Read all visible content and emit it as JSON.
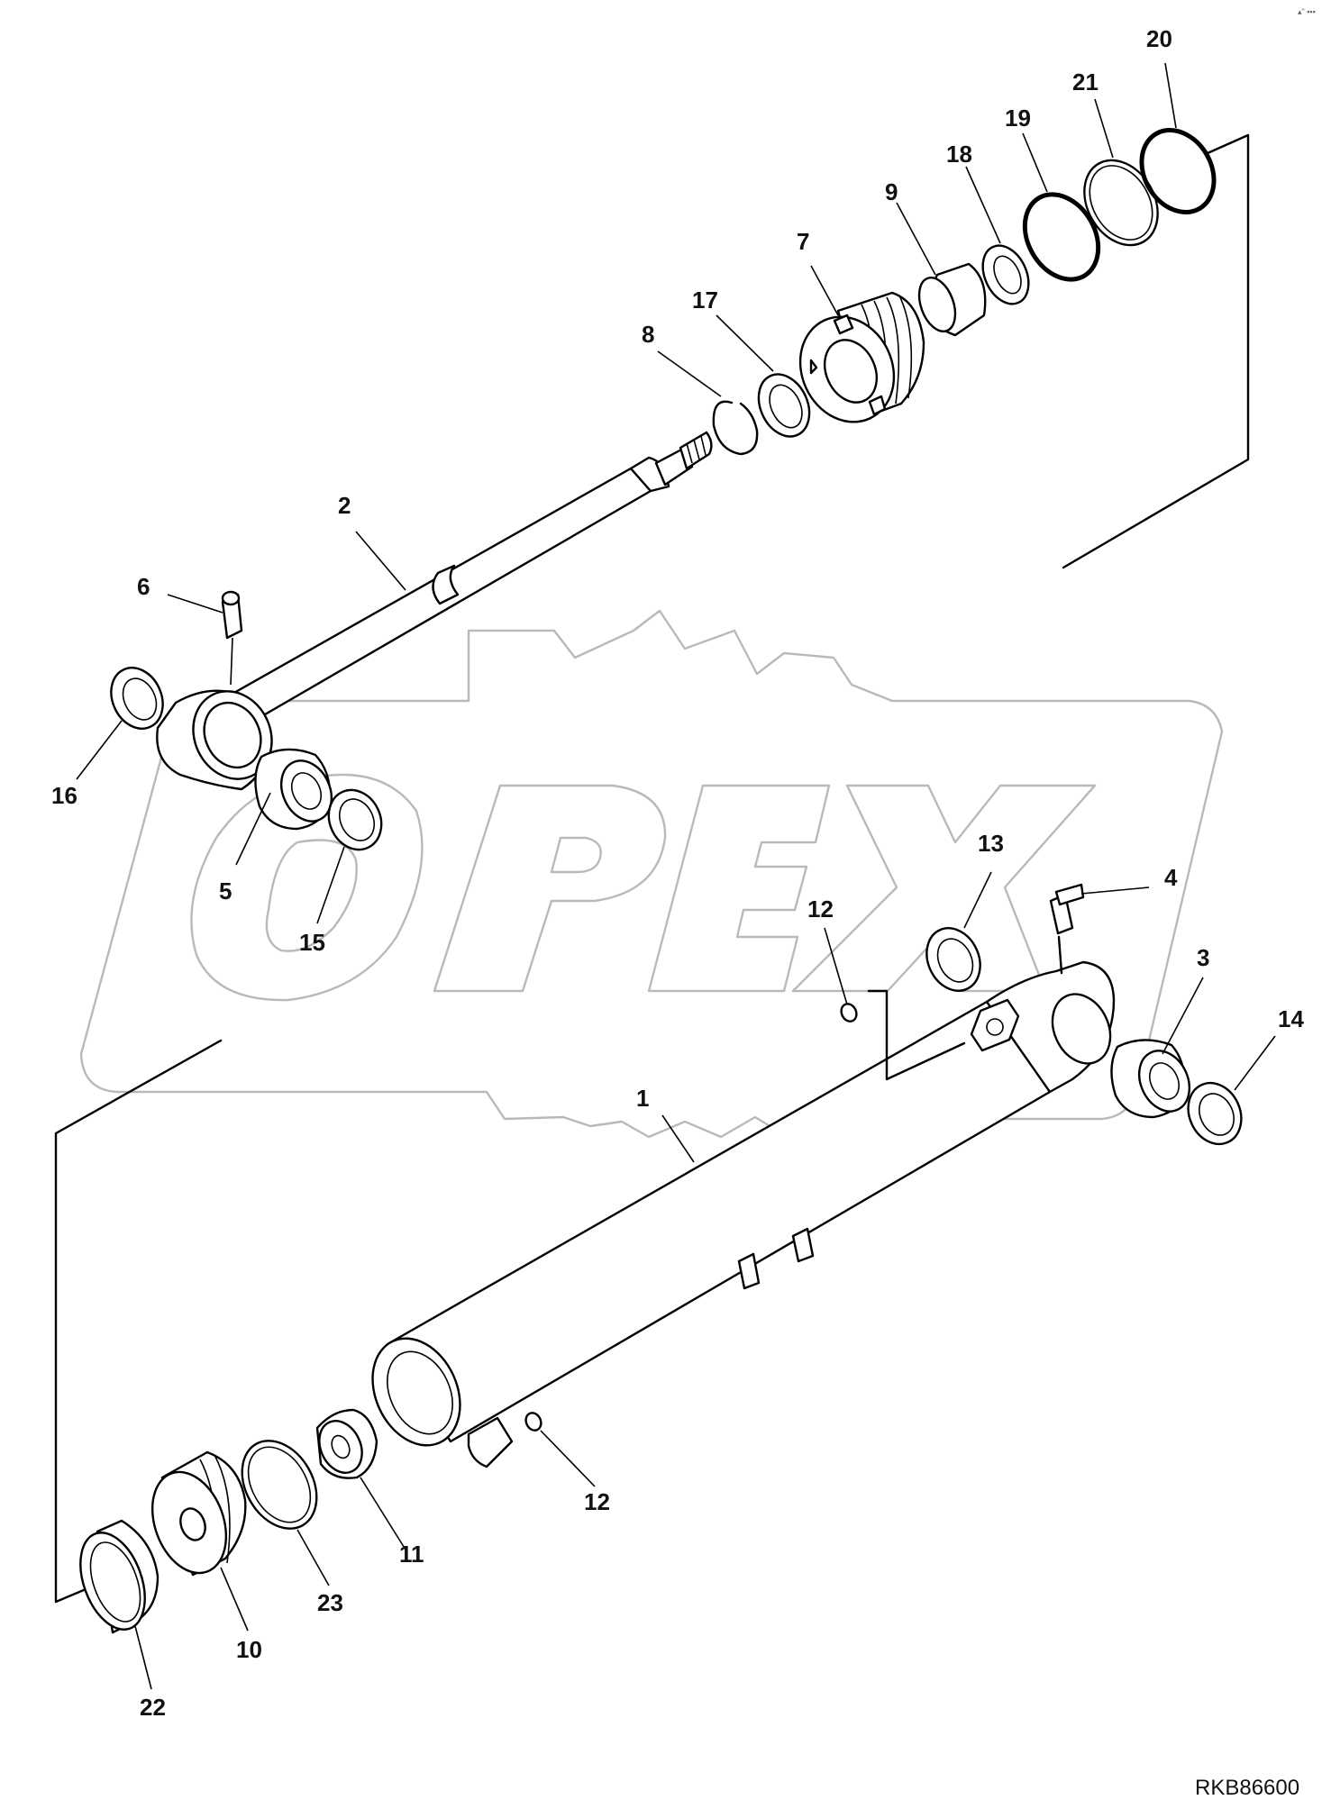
{
  "drawing": {
    "reference_code": "RKB86600",
    "corner_mark": "▴ʺ ▪▪▪",
    "watermark_text": "OPEX"
  },
  "callouts": {
    "c1": "1",
    "c2": "2",
    "c3": "3",
    "c4": "4",
    "c5": "5",
    "c6": "6",
    "c7": "7",
    "c8": "8",
    "c9": "9",
    "c10": "10",
    "c11": "11",
    "c12a": "12",
    "c12b": "12",
    "c13": "13",
    "c14": "14",
    "c15": "15",
    "c16": "16",
    "c17": "17",
    "c18": "18",
    "c19": "19",
    "c20": "20",
    "c21": "21",
    "c22": "22",
    "c23": "23"
  },
  "colors": {
    "line": "#000000",
    "watermark": "#b9b9b9",
    "background": "#ffffff"
  }
}
